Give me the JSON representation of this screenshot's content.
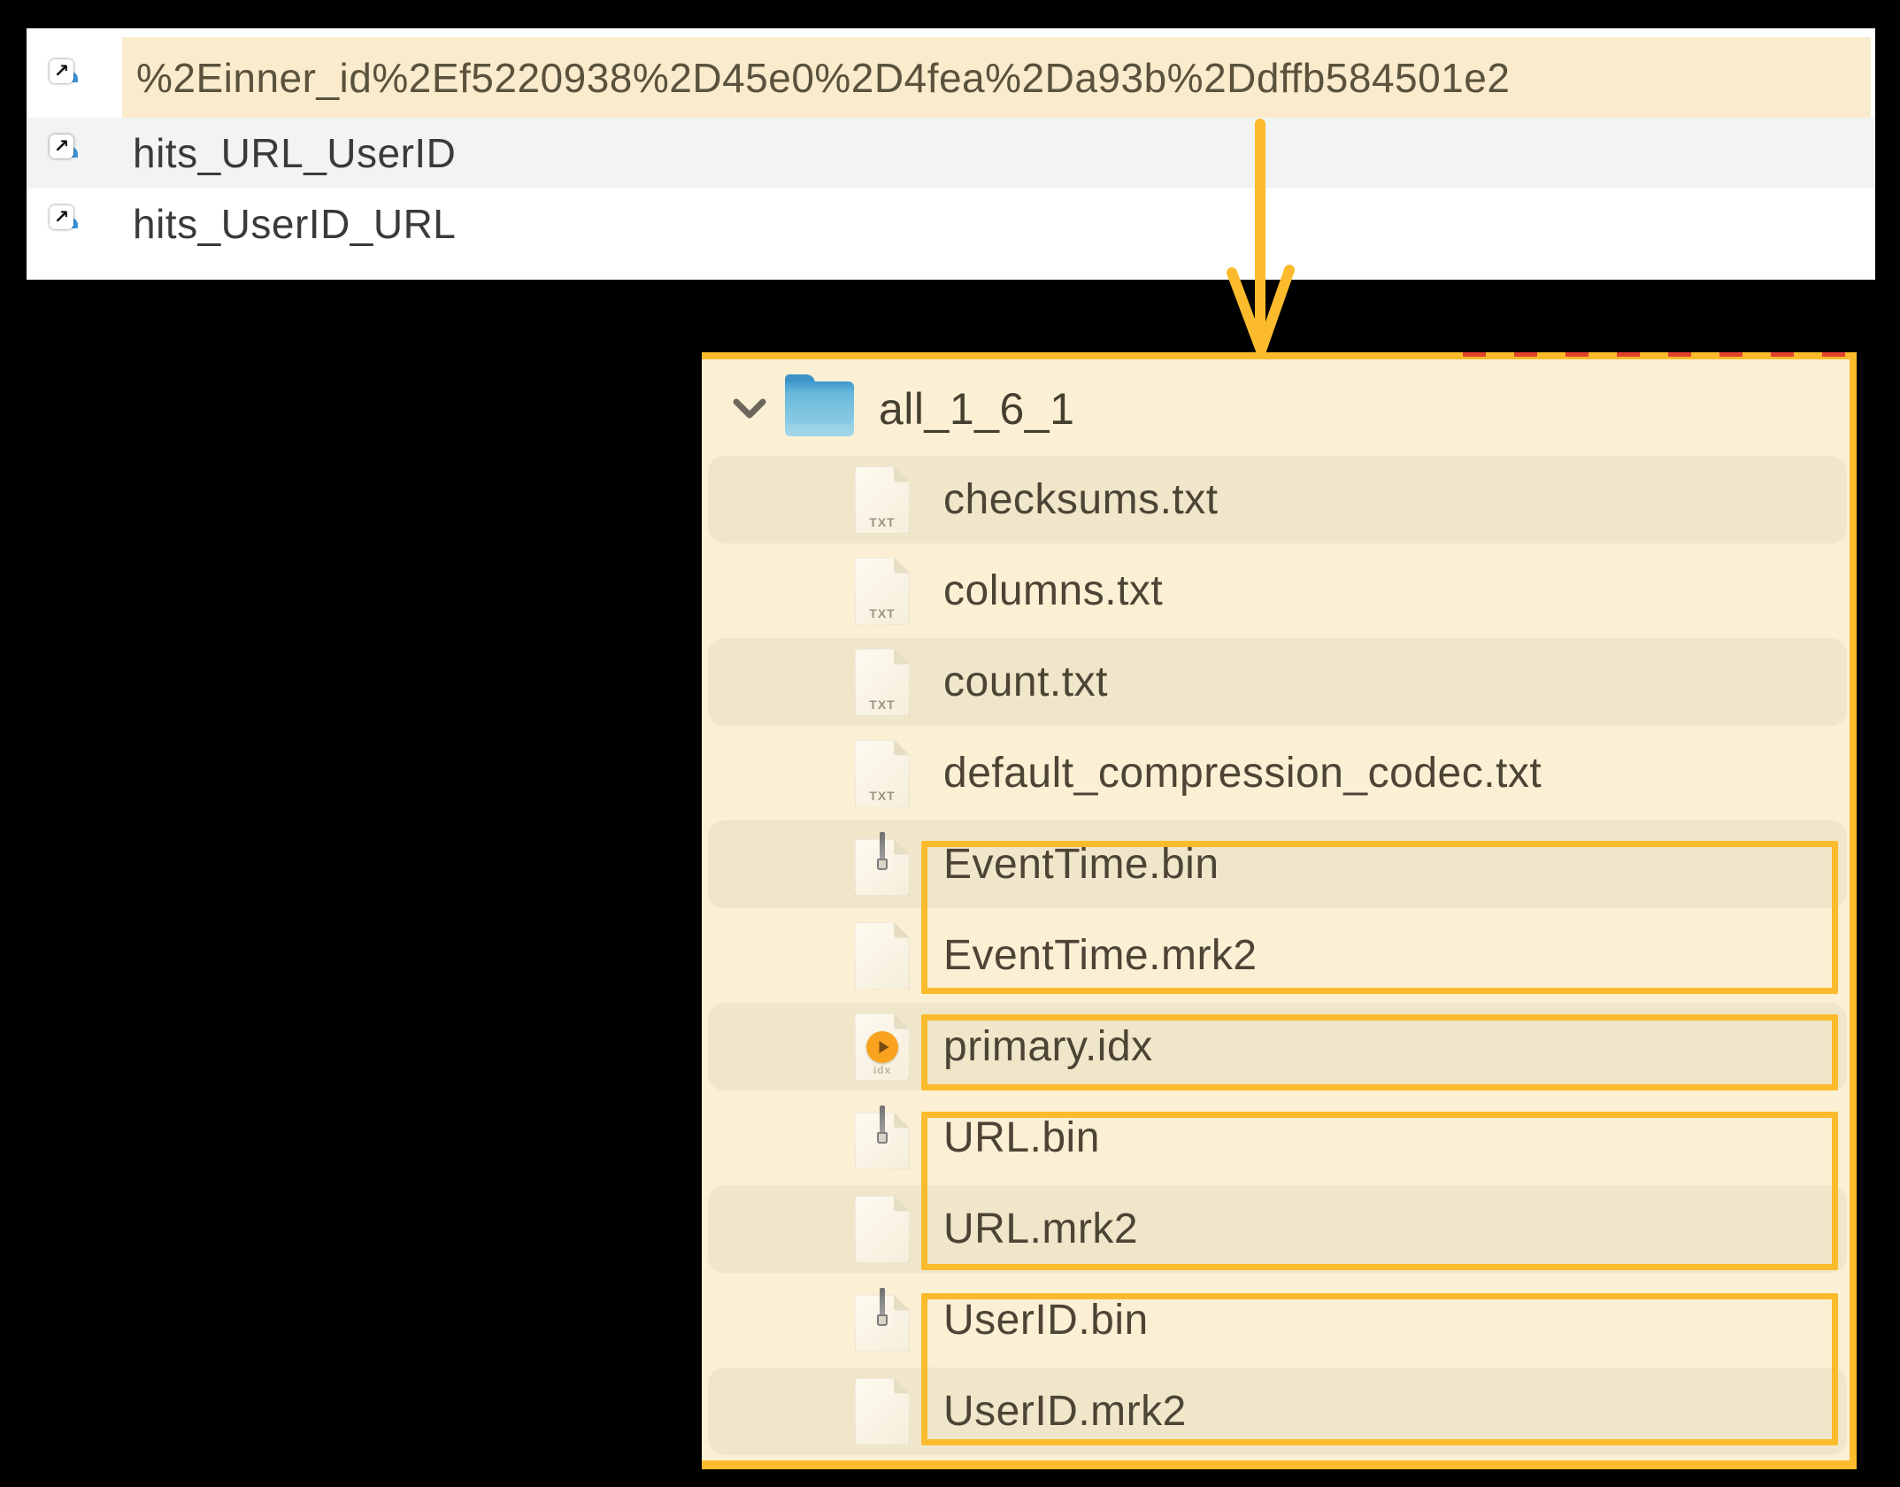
{
  "top_list": {
    "rows": [
      {
        "name": "%2Einner_id%2Ef5220938%2D45e0%2D4fea%2Da93b%2Ddffb584501e2",
        "highlighted": true
      },
      {
        "name": "hits_URL_UserID",
        "highlighted": false
      },
      {
        "name": "hits_UserID_URL",
        "highlighted": false
      }
    ]
  },
  "tree_list": {
    "root": "all_1_6_1",
    "files": [
      "checksums.txt",
      "columns.txt",
      "count.txt",
      "default_compression_codec.txt",
      "EventTime.bin",
      "EventTime.mrk2",
      "primary.idx",
      "URL.bin",
      "URL.mrk2",
      "UserID.bin",
      "UserID.mrk2"
    ]
  },
  "badges": {
    "txt": "TXT",
    "idx": "idx",
    "alias_arrow": "↗"
  },
  "colors": {
    "annotation_orange": "#FBBB2C",
    "panel_cream": "#FCF0D4",
    "row_alt": "#F0E6C9",
    "highlight_cream": "#FAEBCD"
  }
}
